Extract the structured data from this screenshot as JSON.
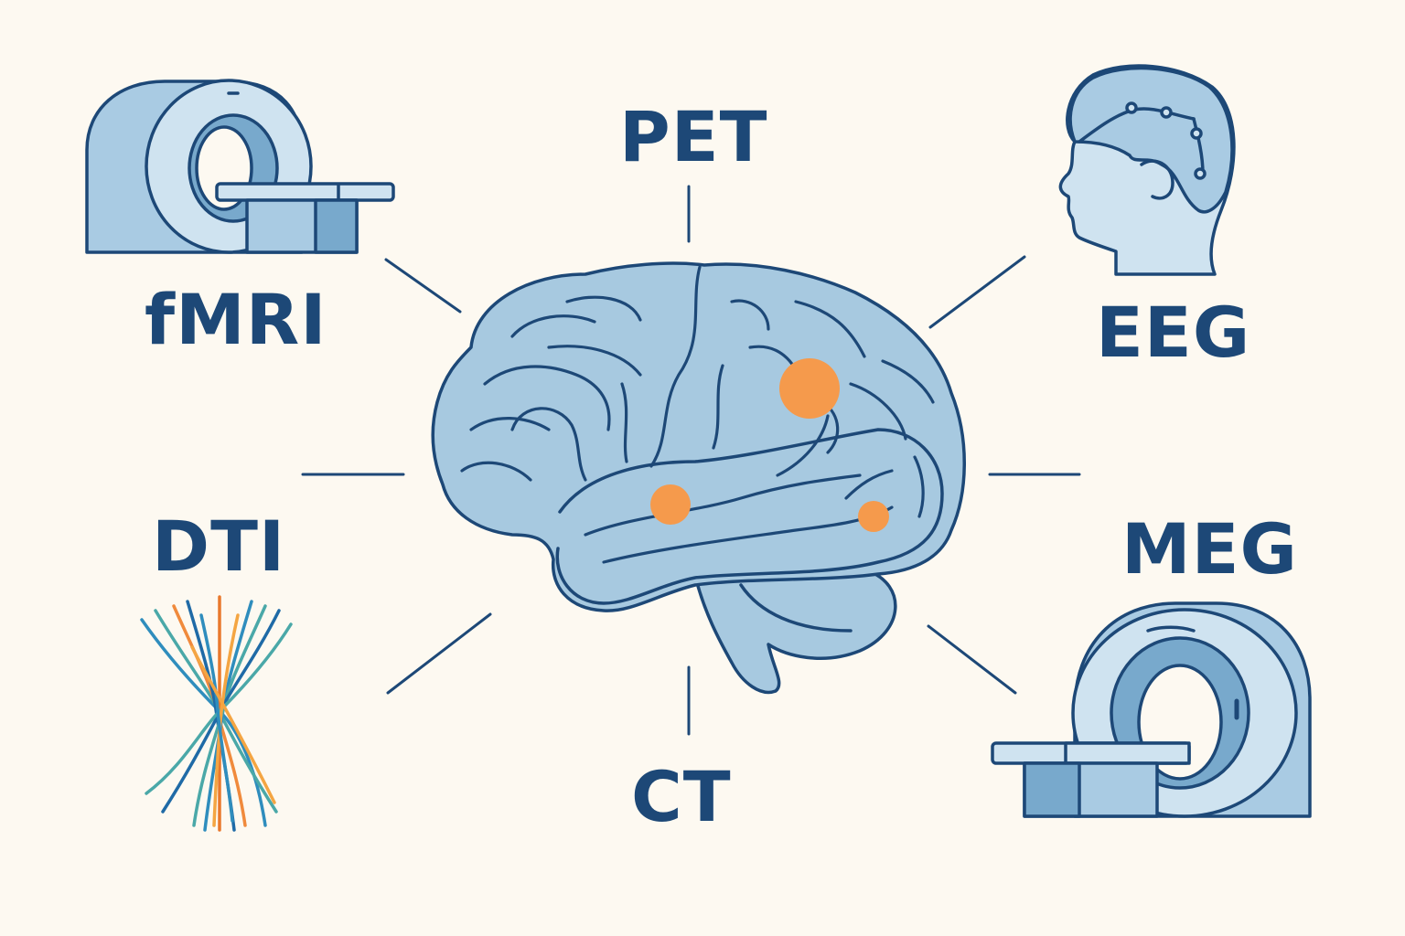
{
  "center": {
    "icon": "brain-icon"
  },
  "modalities": {
    "pet": {
      "label": "PET",
      "icon": "none"
    },
    "fmri": {
      "label": "fMRI",
      "icon": "mri-scanner-icon"
    },
    "eeg": {
      "label": "EEG",
      "icon": "eeg-head-icon"
    },
    "dti": {
      "label": "DTI",
      "icon": "fiber-tracts-icon"
    },
    "meg": {
      "label": "MEG",
      "icon": "meg-scanner-icon"
    },
    "ct": {
      "label": "CT",
      "icon": "none"
    }
  },
  "colors": {
    "background": "#fdf9f1",
    "outline": "#1d4877",
    "brain_fill": "#a7c9e0",
    "machine_light": "#cfe3f0",
    "machine_mid": "#a9cbe3",
    "machine_dark": "#78a9cc",
    "highlight": "#f59a4c"
  }
}
